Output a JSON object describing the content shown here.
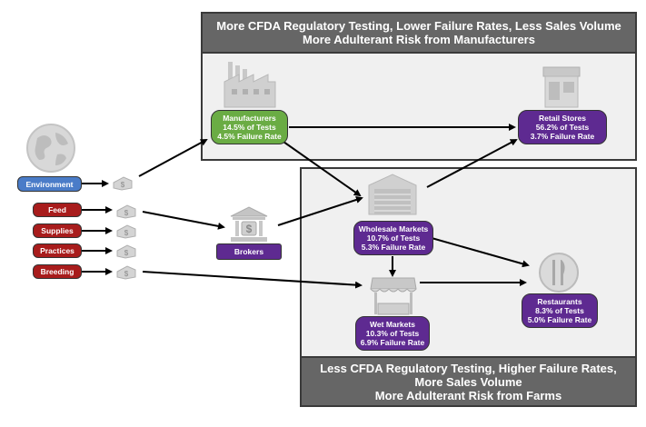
{
  "top_banner": {
    "line1": "More CFDA Regulatory Testing, Lower Failure Rates, Less Sales Volume",
    "line2": "More Adulterant Risk from Manufacturers"
  },
  "bottom_banner": {
    "line1": "Less CFDA Regulatory Testing, Higher Failure Rates,",
    "line2": "More Sales Volume",
    "line3": "More Adulterant Risk from Farms"
  },
  "sources": [
    {
      "label": "Environment",
      "color": "#4a7cc8"
    },
    {
      "label": "Feed",
      "color": "#a81c1c"
    },
    {
      "label": "Supplies",
      "color": "#a81c1c"
    },
    {
      "label": "Practices",
      "color": "#a81c1c"
    },
    {
      "label": "Breeding",
      "color": "#a81c1c"
    }
  ],
  "nodes": {
    "manufacturers": {
      "name": "Manufacturers",
      "tests": "14.5% of Tests",
      "failure": "4.5% Failure Rate"
    },
    "retail": {
      "name": "Retail Stores",
      "tests": "56.2% of Tests",
      "failure": "3.7% Failure Rate"
    },
    "wholesale": {
      "name": "Wholesale Markets",
      "tests": "10.7% of Tests",
      "failure": "5.3% Failure Rate"
    },
    "wet": {
      "name": "Wet Markets",
      "tests": "10.3% of Tests",
      "failure": "6.9% Failure Rate"
    },
    "restaurants": {
      "name": "Restaurants",
      "tests": "8.3% of Tests",
      "failure": "5.0% Failure Rate"
    },
    "brokers": {
      "name": "Brokers"
    }
  },
  "icons": {
    "globe": "globe-icon",
    "factory": "factory-icon",
    "store": "store-icon",
    "warehouse": "warehouse-icon",
    "bank": "bank-icon",
    "market": "market-stall-icon",
    "restaurant": "fork-knife-icon",
    "money": "money-bag-icon"
  }
}
